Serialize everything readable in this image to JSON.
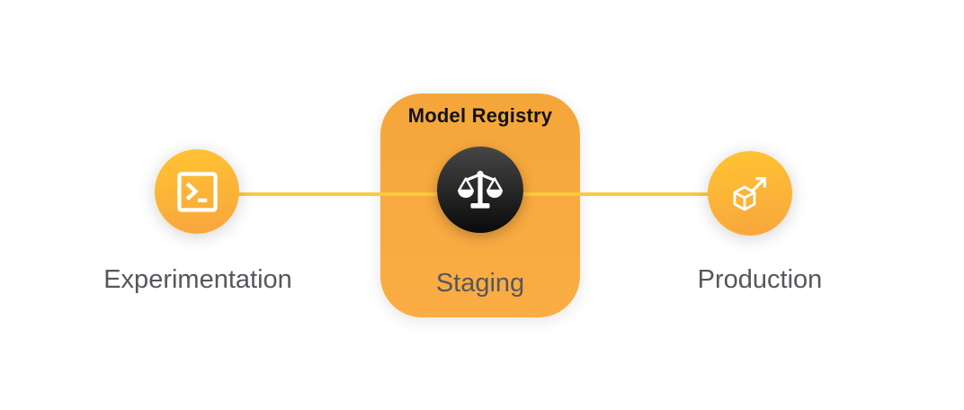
{
  "diagram": {
    "card": {
      "title": "Model Registry"
    },
    "stages": {
      "experimentation": {
        "label": "Experimentation",
        "icon": "terminal-icon"
      },
      "staging": {
        "label": "Staging",
        "icon": "balance-scale-icon"
      },
      "production": {
        "label": "Production",
        "icon": "cube-deploy-icon"
      }
    },
    "colors": {
      "node_top": "#FFC431",
      "node_bottom": "#F8A53E",
      "card_top": "#F5A63A",
      "card_bottom": "#FBAD45",
      "connector": "#FCCA3E",
      "dark_top": "#464646",
      "dark_bottom": "#0A0A0A",
      "label_gray": "#56575B",
      "title_black": "#121212",
      "bg": "#FFFFFF"
    }
  }
}
